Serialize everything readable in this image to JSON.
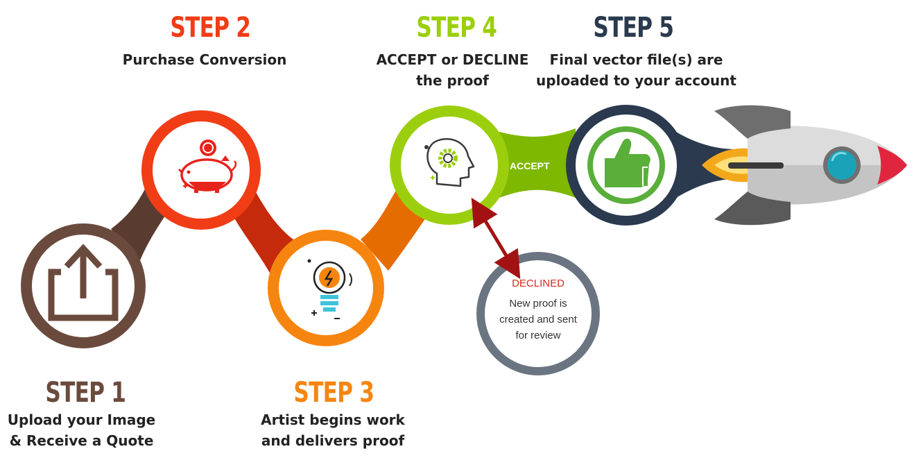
{
  "steps": [
    {
      "title": "STEP 1",
      "desc_line1": "Upload your Image",
      "desc_line2": "& Receive a Quote",
      "color": "#6b4a3e",
      "icon": "upload-icon"
    },
    {
      "title": "STEP 2",
      "desc_line1": "Purchase Conversion",
      "desc_line2": "",
      "color": "#f03d16",
      "icon": "piggy-bank-icon"
    },
    {
      "title": "STEP 3",
      "desc_line1": "Artist begins work",
      "desc_line2": "and delivers proof",
      "color": "#f6850f",
      "icon": "lightbulb-icon"
    },
    {
      "title": "STEP 4",
      "desc_line1": "ACCEPT or DECLINE",
      "desc_line2": "the proof",
      "color": "#9bcf0e",
      "icon": "head-gear-icon"
    },
    {
      "title": "STEP 5",
      "desc_line1": "Final vector file(s) are",
      "desc_line2": "uploaded to your account",
      "color": "#2b3a4e",
      "icon": "thumbs-up-icon"
    }
  ],
  "accept_label": "ACCEPT",
  "declined": {
    "title": "DECLINED",
    "line1": "New proof is",
    "line2": "created and sent",
    "line3": "for review",
    "color": "#6b7582"
  },
  "rocket_icon": "rocket-icon"
}
